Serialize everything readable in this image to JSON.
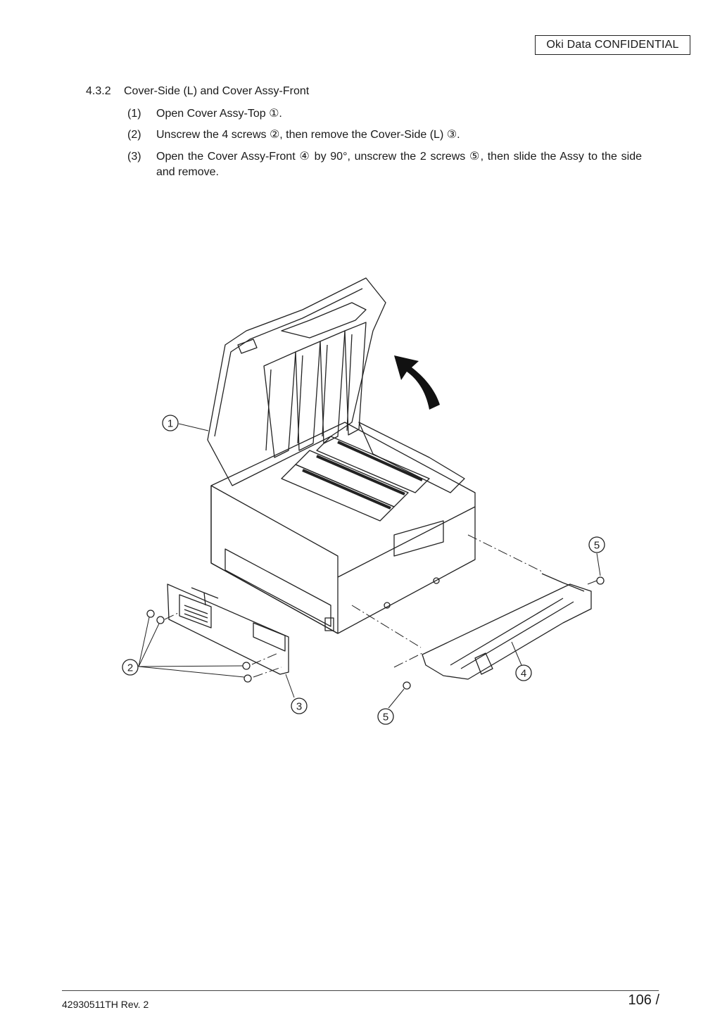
{
  "header": {
    "badge": "Oki Data CONFIDENTIAL"
  },
  "section": {
    "number": "4.3.2",
    "title": "Cover-Side (L) and Cover Assy-Front"
  },
  "steps": [
    {
      "num": "(1)",
      "text": "Open Cover Assy-Top ①."
    },
    {
      "num": "(2)",
      "text": "Unscrew the 4 screws ②, then remove the Cover-Side (L) ③."
    },
    {
      "num": "(3)",
      "text": "Open the Cover Assy-Front ④ by 90°, unscrew the 2 screws ⑤, then slide the Assy to the side and remove."
    }
  ],
  "figure": {
    "callouts": [
      {
        "id": "1",
        "part": "Cover Assy-Top"
      },
      {
        "id": "2",
        "part": "screws"
      },
      {
        "id": "3",
        "part": "Cover-Side (L)"
      },
      {
        "id": "4",
        "part": "Cover Assy-Front"
      },
      {
        "id": "5",
        "part": "screws"
      },
      {
        "id": "5",
        "part": "screws"
      }
    ]
  },
  "footer": {
    "doc_id": "42930511TH  Rev. 2",
    "page": "106 /"
  }
}
